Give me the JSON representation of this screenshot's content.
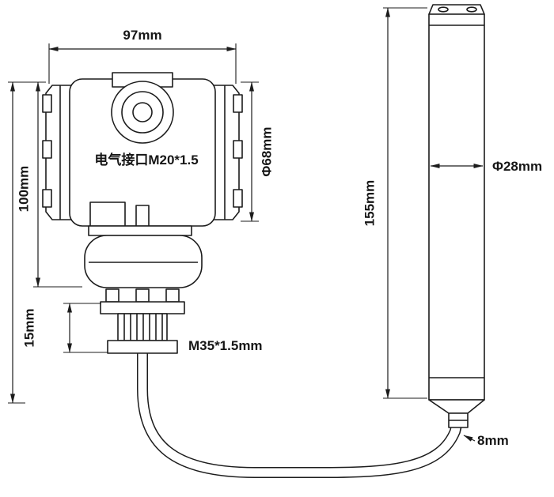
{
  "drawing": {
    "colors": {
      "line": "#1c1c1c",
      "background": "#ffffff"
    },
    "labels": {
      "width_97": "97mm",
      "height_100": "100mm",
      "diameter_68": "Φ68mm",
      "electrical_port": "电气接口M20*1.5",
      "height_15": "15mm",
      "thread_m35": "M35*1.5mm",
      "length_155": "155mm",
      "diameter_28": "Φ28mm",
      "cable_8": "8mm"
    }
  }
}
